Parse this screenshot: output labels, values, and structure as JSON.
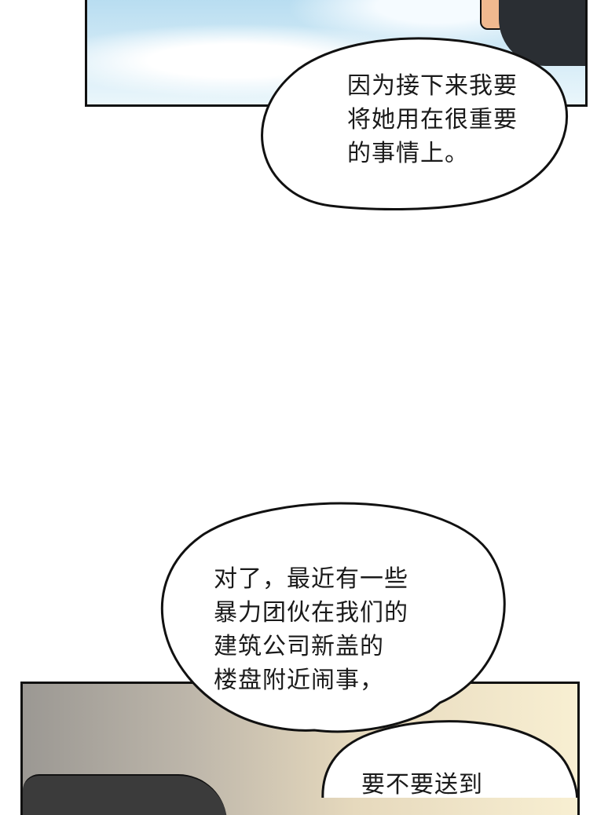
{
  "bubble_top": {
    "lines": [
      "因为接下来我要",
      "将她用在很重要",
      "的事情上。"
    ]
  },
  "bubble_middle": {
    "lines": [
      "对了，最近有一些",
      "暴力团伙在我们的",
      "建筑公司新盖的",
      "楼盘附近闹事，"
    ]
  },
  "bubble_bottom": {
    "lines": [
      "要不要送到"
    ]
  }
}
